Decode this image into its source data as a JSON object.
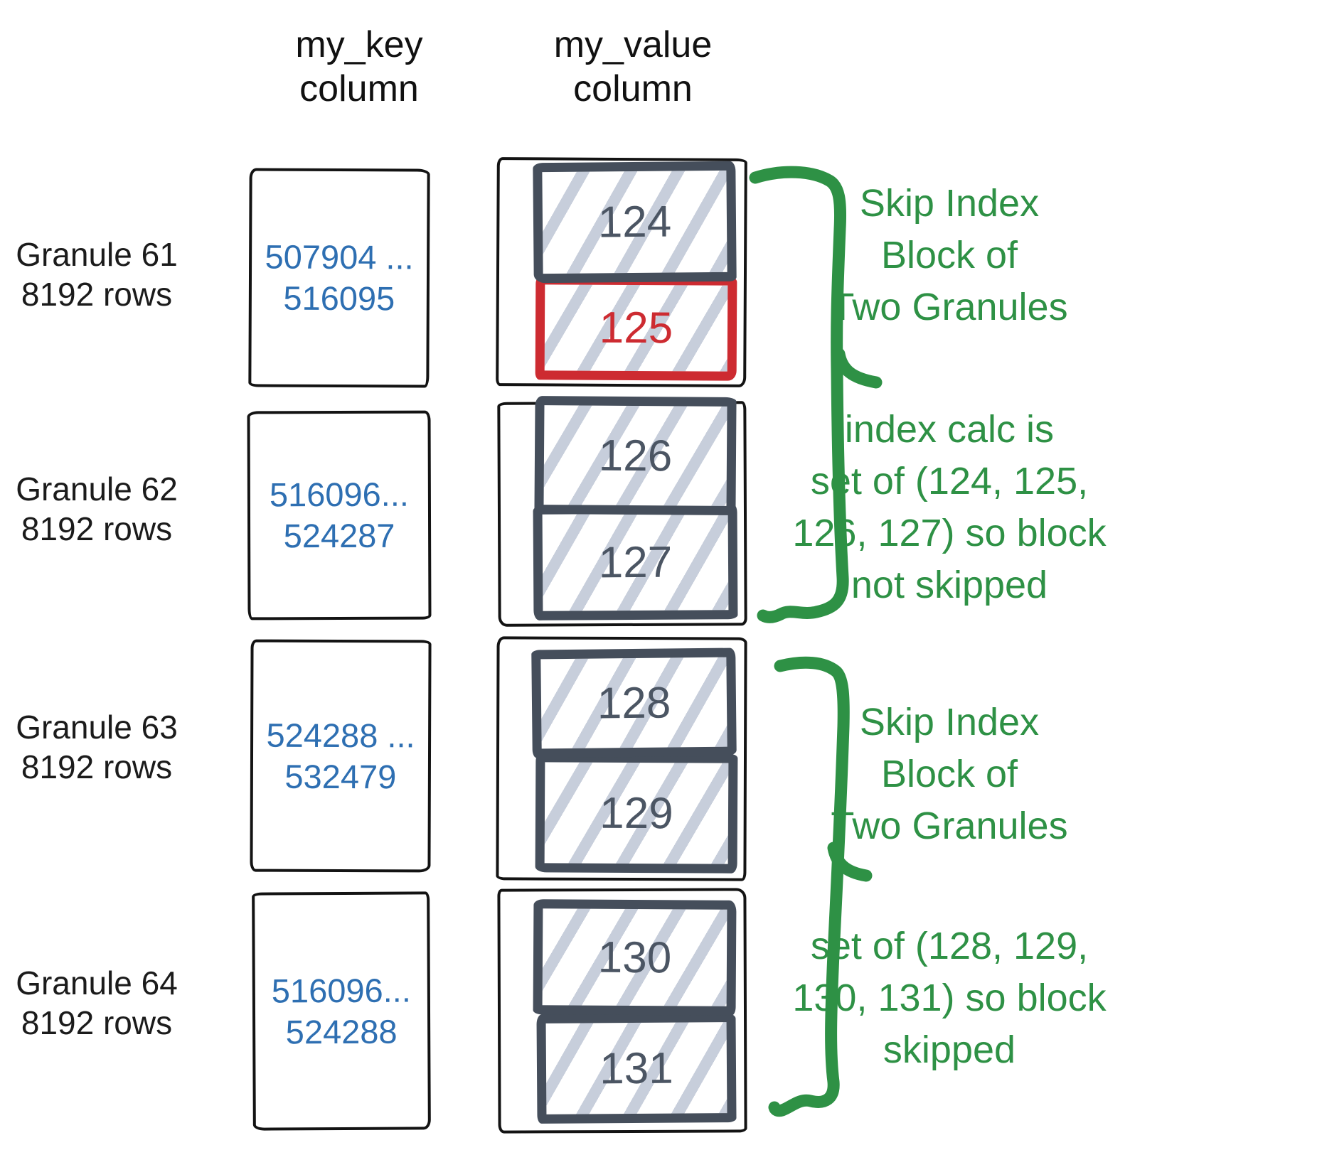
{
  "headers": {
    "key_line1": "my_key",
    "key_line2": "column",
    "value_line1": "my_value",
    "value_line2": "column"
  },
  "granules": [
    {
      "label_line1": "Granule 61",
      "label_line2": "8192 rows",
      "key_line1": "507904 ...",
      "key_line2": "516095",
      "value_top": "124",
      "value_bottom": "125"
    },
    {
      "label_line1": "Granule 62",
      "label_line2": "8192 rows",
      "key_line1": "516096...",
      "key_line2": "524287",
      "value_top": "126",
      "value_bottom": "127"
    },
    {
      "label_line1": "Granule 63",
      "label_line2": "8192 rows",
      "key_line1": "524288 ...",
      "key_line2": "532479",
      "value_top": "128",
      "value_bottom": "129"
    },
    {
      "label_line1": "Granule 64",
      "label_line2": "8192 rows",
      "key_line1": "516096...",
      "key_line2": "524288",
      "value_top": "130",
      "value_bottom": "131"
    }
  ],
  "annotations": [
    {
      "lines": [
        "Skip Index",
        "Block of",
        "Two Granules"
      ]
    },
    {
      "lines": [
        "index calc is",
        "set of (124, 125,",
        "126, 127) so block",
        "not skipped"
      ]
    },
    {
      "lines": [
        "Skip Index",
        "Block of",
        "Two Granules"
      ]
    },
    {
      "lines": [
        "set of (128, 129,",
        "130, 131) so block",
        "skipped"
      ]
    }
  ],
  "highlighted_value": "125",
  "colors": {
    "annotation_green": "#2e9145",
    "highlight_red": "#cd2b31",
    "key_blue": "#2e6fb2",
    "block_border_slate": "#454e5b",
    "hatch_gray": "#c7cedb"
  }
}
